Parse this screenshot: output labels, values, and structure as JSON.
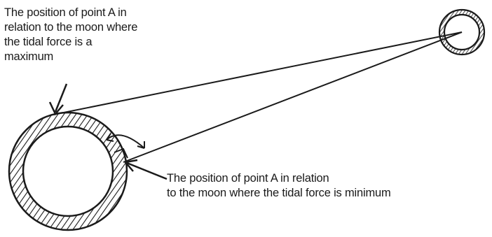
{
  "labels": {
    "max": [
      "The position of point A in",
      "relation to the moon where",
      "the tidal force is a",
      "maximum"
    ],
    "min": [
      "The position of point A in relation",
      "to the moon where the tidal force is minimum"
    ]
  },
  "colors": {
    "ink": "#1a1a1a",
    "background": "#ffffff"
  }
}
